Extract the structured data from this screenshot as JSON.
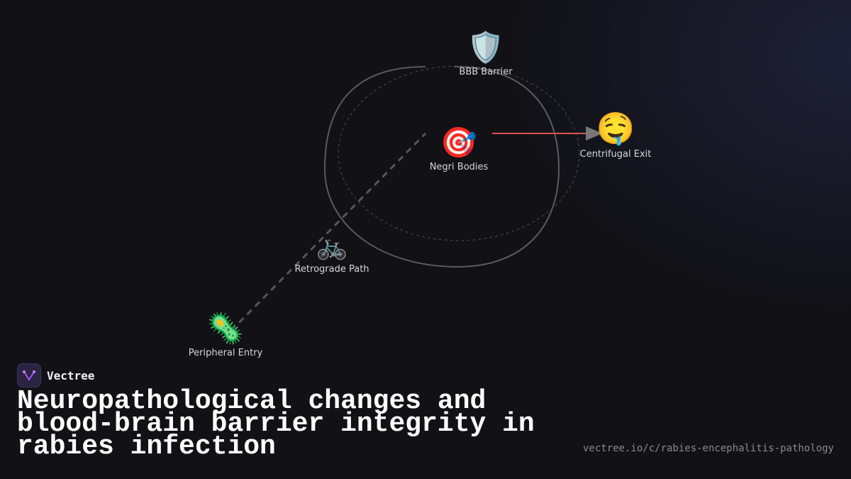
{
  "diagram": {
    "nodes": [
      {
        "id": "bbb",
        "label": "BBB Barrier",
        "icon": "shield-icon",
        "glyph": "🛡️"
      },
      {
        "id": "negri",
        "label": "Negri Bodies",
        "icon": "target-icon",
        "glyph": "🎯"
      },
      {
        "id": "exit",
        "label": "Centrifugal Exit",
        "icon": "drooling-face-icon",
        "glyph": "🤤"
      },
      {
        "id": "retro",
        "label": "Retrograde Path",
        "icon": "bicycle-icon",
        "glyph": "🚲"
      },
      {
        "id": "entry",
        "label": "Peripheral Entry",
        "icon": "microbe-icon",
        "glyph": "🦠"
      }
    ],
    "edges": [
      {
        "from": "entry",
        "to": "negri",
        "style": "dashed"
      },
      {
        "from": "negri",
        "to": "exit",
        "style": "arrow",
        "color": "#e05555"
      }
    ]
  },
  "brand": {
    "name": "Vectree",
    "accent": "#a855f7"
  },
  "title": "Neuropathological changes and blood-brain barrier integrity in rabies infection",
  "url": "vectree.io/c/rabies-encephalitis-pathology"
}
